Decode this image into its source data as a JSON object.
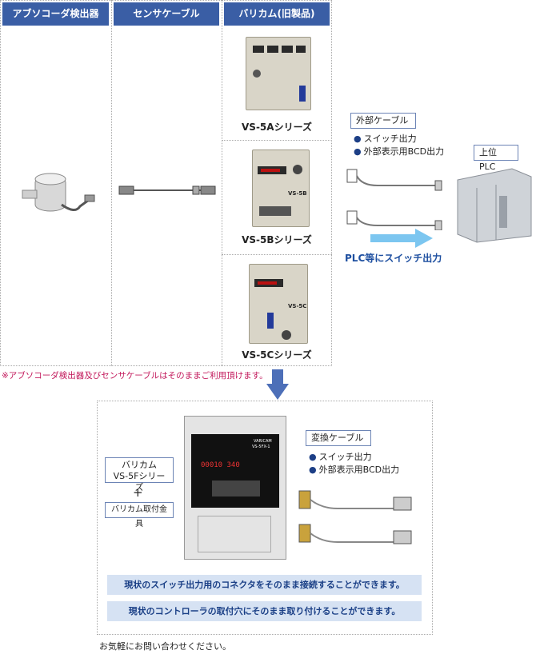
{
  "table": {
    "headers": [
      "アブソコーダ検出器",
      "センサケーブル",
      "バリカム(旧製品)"
    ],
    "series": [
      "VS-5Aシリーズ",
      "VS-5Bシリーズ",
      "VS-5Cシリーズ"
    ]
  },
  "device_text": {
    "vs5b_tag": "VS-5B",
    "vs5c_tag": "VS-5C",
    "vs5fx_title": "VARICAM",
    "vs5fx_model": "VS-5FX-1",
    "vs5fx_display": "00010 340",
    "plc_unit": "上位PLC"
  },
  "external": {
    "cable_label": "外部ケーブル",
    "outputs": [
      "スイッチ出力",
      "外部表示用BCD出力"
    ],
    "plc_caption": "PLC等にスイッチ出力"
  },
  "note_top": "※アブソコーダ検出器及びセンサケーブルはそのままご利用頂けます。",
  "bottom": {
    "product_line1": "バリカム",
    "product_line2": "VS-5Fシリーズ",
    "plus": "+",
    "bracket": "バリカム取付金具",
    "conv_cable_label": "変換ケーブル",
    "conv_outputs": [
      "スイッチ出力",
      "外部表示用BCD出力"
    ],
    "messages": [
      "現状のスイッチ出力用のコネクタをそのまま接続することができます。",
      "現状のコントローラの取付穴にそのまま取り付けることができます。"
    ]
  },
  "footer": "お気軽にお問い合わせください。",
  "colors": {
    "header_bg": "#3a5ea5",
    "note_color": "#c2185b",
    "message_bg": "#d6e2f3",
    "arrow_blue": "#4d6fb8",
    "plc_arrow": "#7cc6f0"
  }
}
